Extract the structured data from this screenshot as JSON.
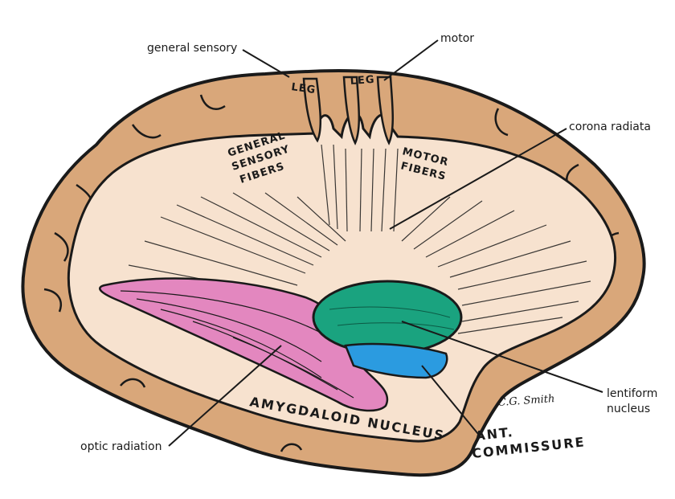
{
  "callouts": {
    "general_sensory": "general sensory",
    "motor": "motor",
    "corona_radiata": "corona radiata",
    "lentiform_line1": "lentiform",
    "lentiform_line2": "nucleus",
    "optic_radiation": "optic radiation"
  },
  "inner_labels": {
    "leg_left": "LEG",
    "leg_right": "LEG",
    "general_l1": "GENERAL",
    "general_l2": "SENSORY",
    "general_l3": "FIBERS",
    "motor_l1": "MOTOR",
    "motor_l2": "FIBERS",
    "amygdaloid": "AMYGDALOID NUCLEUS",
    "ant_l1": "ANT.",
    "ant_l2": "COMMISSURE",
    "signature": "C.G. Smith"
  },
  "colors": {
    "cortex": "#d9a77a",
    "white_matter": "#f7e2cf",
    "outline": "#1a1a1a",
    "optic_radiation": "#e387bf",
    "lentiform": "#1aa37f",
    "commissure": "#2b9be0"
  }
}
